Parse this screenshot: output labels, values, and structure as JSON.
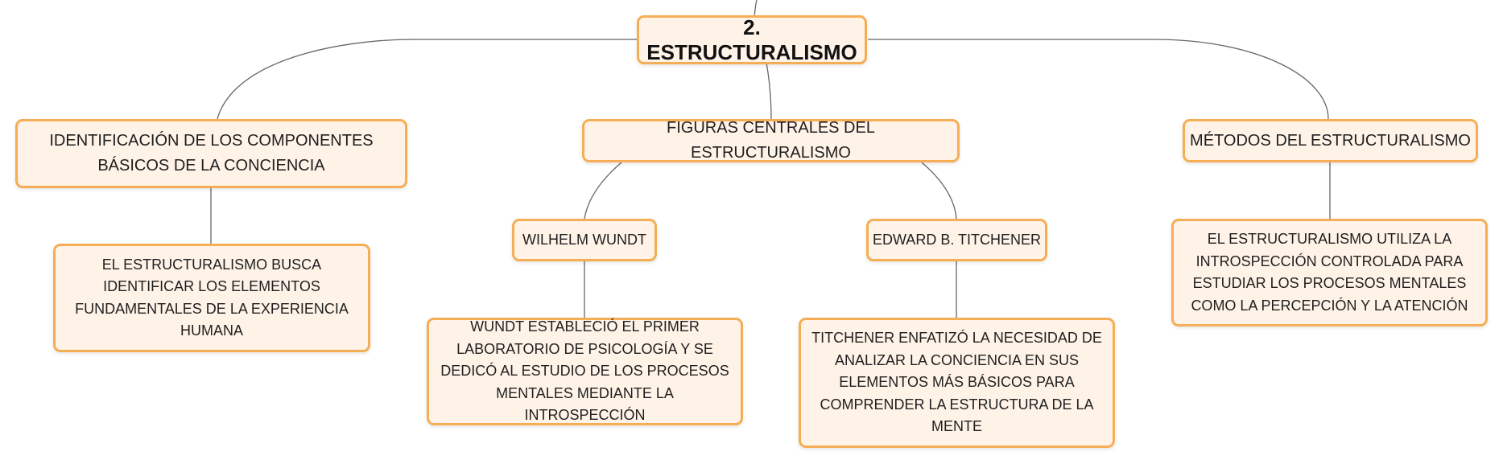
{
  "root": {
    "label": "2. ESTRUCTURALISMO"
  },
  "branches": {
    "identificacion": {
      "label": "IDENTIFICACIÓN DE LOS COMPONENTES BÁSICOS DE LA CONCIENCIA",
      "detail": "EL ESTRUCTURALISMO BUSCA IDENTIFICAR LOS ELEMENTOS FUNDAMENTALES DE LA EXPERIENCIA HUMANA"
    },
    "figuras": {
      "label": "FIGURAS CENTRALES DEL ESTRUCTURALISMO",
      "wundt": {
        "label": "WILHELM WUNDT",
        "detail": "WUNDT ESTABLECIÓ EL PRIMER LABORATORIO DE PSICOLOGÍA Y SE DEDICÓ AL ESTUDIO DE LOS PROCESOS MENTALES MEDIANTE LA INTROSPECCIÓN"
      },
      "titchener": {
        "label": "EDWARD B. TITCHENER",
        "detail": "TITCHENER ENFATIZÓ LA NECESIDAD DE ANALIZAR LA CONCIENCIA EN SUS ELEMENTOS MÁS BÁSICOS PARA COMPRENDER LA ESTRUCTURA DE LA MENTE"
      }
    },
    "metodos": {
      "label": "MÉTODOS DEL ESTRUCTURALISMO",
      "detail": "EL ESTRUCTURALISMO UTILIZA LA INTROSPECCIÓN CONTROLADA PARA ESTUDIAR LOS PROCESOS MENTALES COMO LA PERCEPCIÓN Y LA ATENCIÓN"
    }
  }
}
